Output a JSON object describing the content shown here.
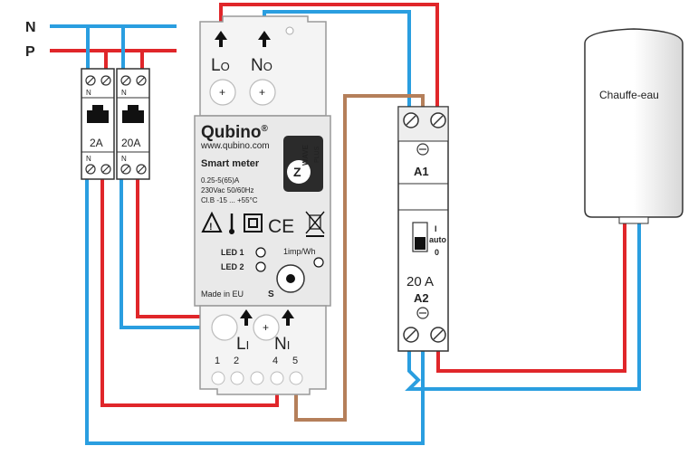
{
  "supply": {
    "neutral_label": "N",
    "phase_label": "P"
  },
  "breakers": [
    {
      "rating": "2A",
      "top_terminal": "N",
      "bottom_terminal": "N"
    },
    {
      "rating": "20A",
      "top_terminal": "N",
      "bottom_terminal": "N"
    }
  ],
  "meter": {
    "brand": "Qubino",
    "registered": "®",
    "website": "www.qubino.com",
    "product": "Smart meter",
    "spec_current": "0.25-5(65)A",
    "spec_voltage": "230Vac 50/60Hz",
    "spec_class": "Cl.B -15 ... +55°C",
    "badge_top": "WAVE",
    "badge_bottom": "PLUS",
    "ce_mark": "CE",
    "led1": "LED 1",
    "led2": "LED 2",
    "impulse": "1imp/Wh",
    "made_in": "Made in EU",
    "s_button": "S",
    "out_l_main": "L",
    "out_l_sub": "O",
    "out_n_main": "N",
    "out_n_sub": "O",
    "in_l_main": "L",
    "in_l_sub": "I",
    "in_n_main": "N",
    "in_n_sub": "I",
    "terminal_numbers": [
      "1",
      "2",
      "4",
      "5"
    ]
  },
  "contactor": {
    "coil_a1": "A1",
    "switch_on": "I",
    "switch_auto": "auto",
    "switch_off": "0",
    "rating": "20 A",
    "coil_a2": "A2"
  },
  "heater": {
    "label": "Chauffe-eau"
  },
  "colors": {
    "neutral": "#2a9ee0",
    "phase": "#e0262a",
    "control": "#b57f5a"
  }
}
